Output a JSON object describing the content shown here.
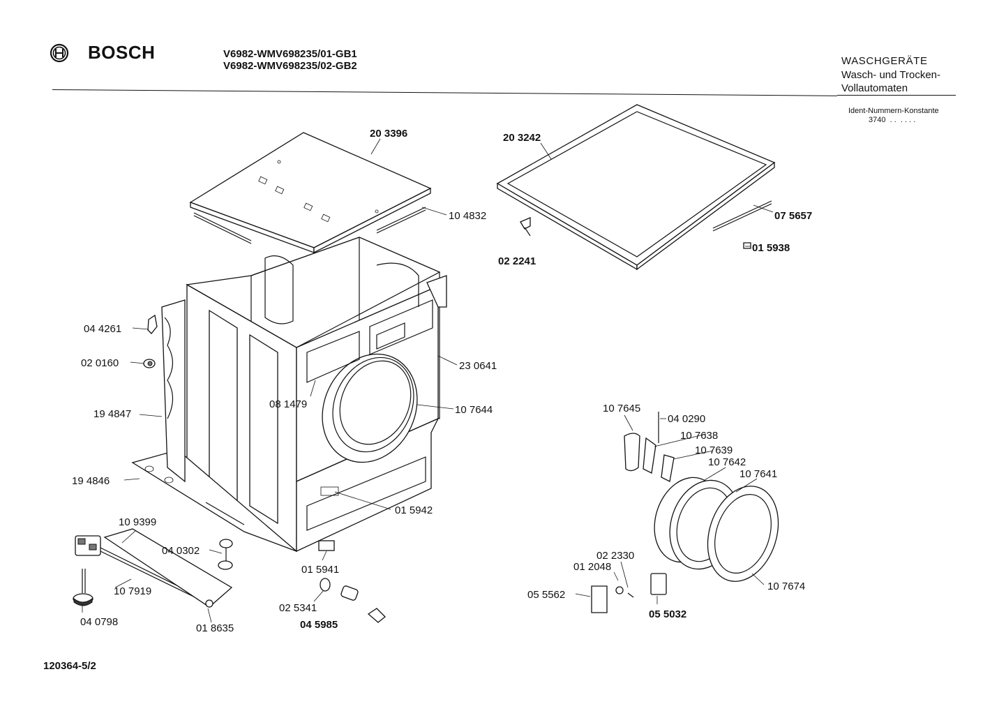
{
  "header": {
    "brand": "BOSCH",
    "models": [
      "V6982-WMV698235/01-GB1",
      "V6982-WMV698235/02-GB2"
    ],
    "category_title": "WASCHGERÄTE",
    "category_lines": [
      "Wasch- und Trocken-",
      "Vollautomaten"
    ],
    "ident_label": "Ident-Nummern-Konstante",
    "ident_value": "3740  . .  . . . ."
  },
  "footer": {
    "drawing_number": "120364-5/2"
  },
  "parts": [
    {
      "label": "20 3396"
    },
    {
      "label": "10 4832"
    },
    {
      "label": "20 3242"
    },
    {
      "label": "07 5657"
    },
    {
      "label": "02 2241"
    },
    {
      "label": "01 5938"
    },
    {
      "label": "04 4261"
    },
    {
      "label": "02 0160"
    },
    {
      "label": "23 0641"
    },
    {
      "label": "08 1479"
    },
    {
      "label": "10 7644"
    },
    {
      "label": "19 4847"
    },
    {
      "label": "19 4846"
    },
    {
      "label": "01 5942"
    },
    {
      "label": "10 9399"
    },
    {
      "label": "04 0302"
    },
    {
      "label": "01 5941"
    },
    {
      "label": "10 7919"
    },
    {
      "label": "04 0798"
    },
    {
      "label": "01 8635"
    },
    {
      "label": "02 5341"
    },
    {
      "label": "04 5985"
    },
    {
      "label": "10 7645"
    },
    {
      "label": "04 0290"
    },
    {
      "label": "10 7638"
    },
    {
      "label": "10 7639"
    },
    {
      "label": "10 7642"
    },
    {
      "label": "10 7641"
    },
    {
      "label": "02 2330"
    },
    {
      "label": "01 2048"
    },
    {
      "label": "05 5562"
    },
    {
      "label": "05 5032"
    },
    {
      "label": "10 7674"
    }
  ]
}
